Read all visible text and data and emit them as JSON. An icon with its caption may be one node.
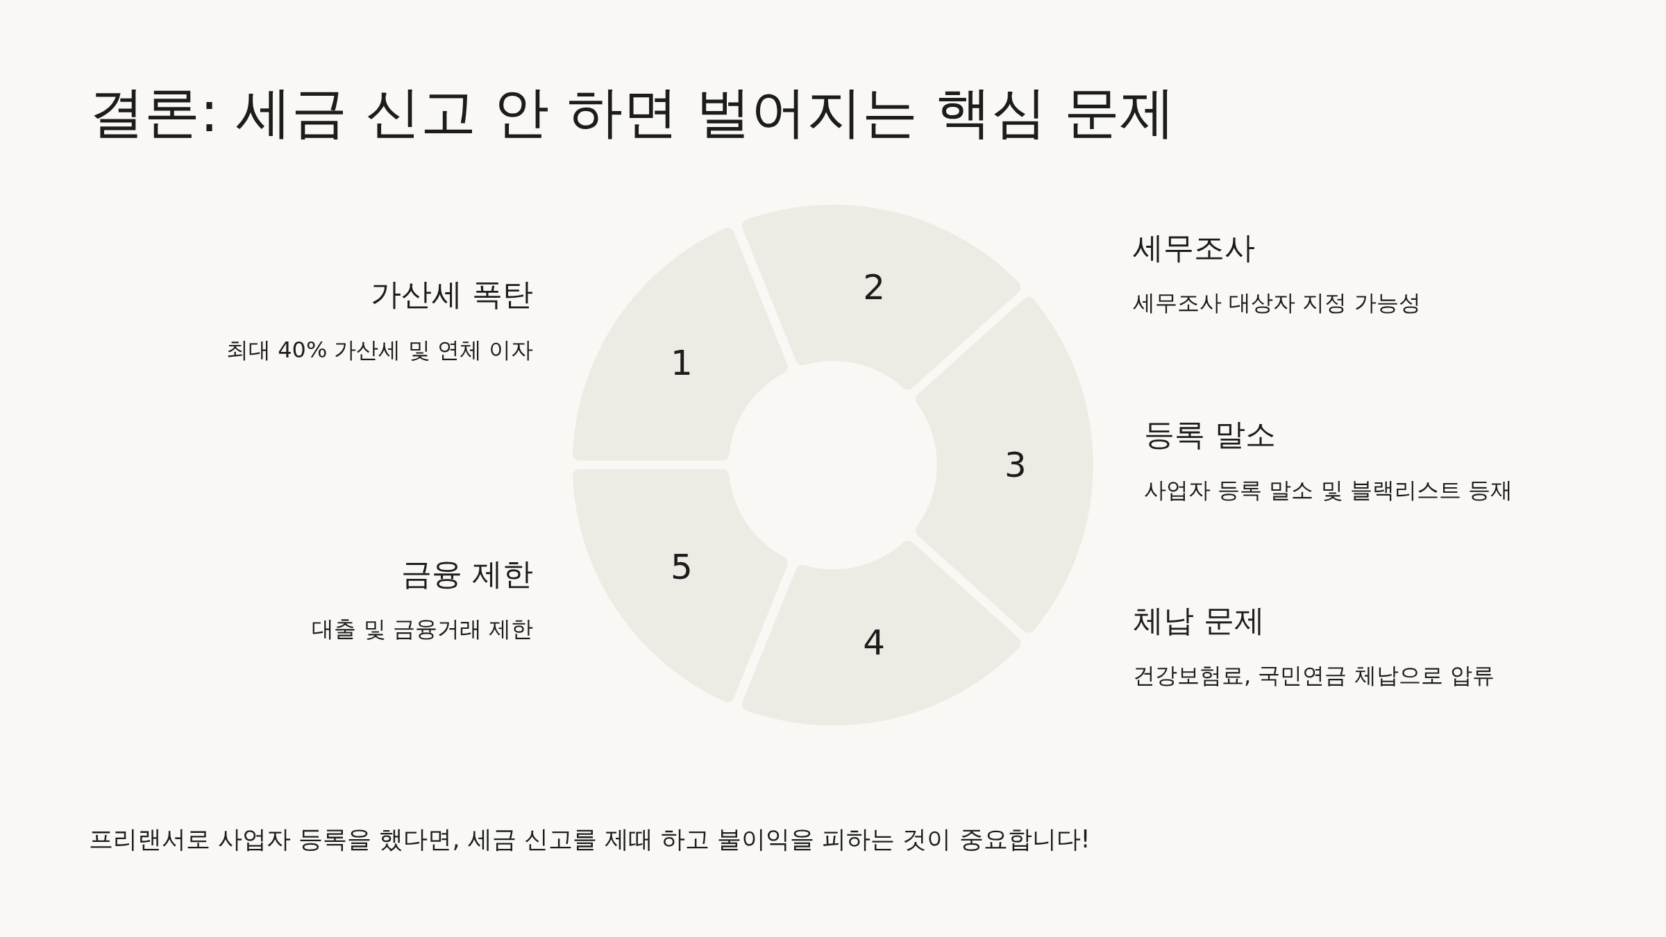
{
  "diagram": {
    "title": "결론: 세금 신고 안 하면 벌어지는 핵심 문제",
    "nodes": [
      {
        "text": [
          "1"
        ],
        "beside": [
          "가산세 폭탄",
          "최대 40% 가산세 및 연체 이자"
        ]
      },
      {
        "text": [
          "2"
        ],
        "beside": [
          "세무조사",
          "세무조사 대상자 지정 가능성"
        ]
      },
      {
        "text": [
          "3"
        ],
        "beside": [
          "등록 말소",
          "사업자 등록 말소 및 블랙리스트 등재"
        ]
      },
      {
        "text": [
          "4"
        ],
        "beside": [
          "체납 문제",
          "건강보험료, 국민연금 체납으로 압류"
        ]
      },
      {
        "text": [
          "5"
        ],
        "beside": [
          "금융 제한",
          "대출 및 금융거래 제한"
        ]
      }
    ],
    "labels": [
      "프리랜서로 사업자 등록을 했다면, 세금 신고를 제때 하고 불이익을 피하는 것이 중요합니다!"
    ]
  }
}
